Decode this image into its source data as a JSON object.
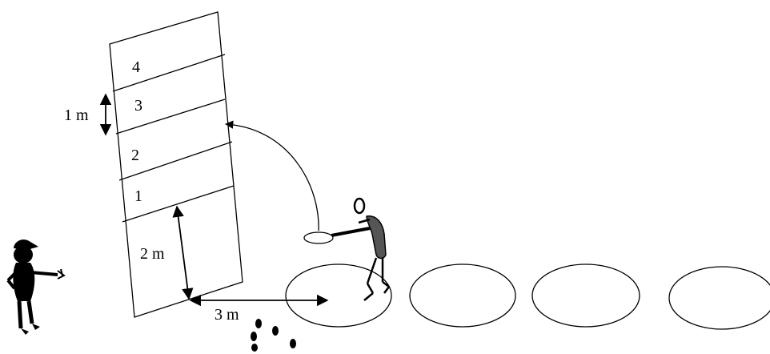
{
  "diagram": {
    "zones": [
      {
        "label": "4"
      },
      {
        "label": "3"
      },
      {
        "label": "2"
      },
      {
        "label": "1"
      }
    ],
    "measurements": {
      "zone_width": "1 m",
      "gap_to_zone_1": "2 m",
      "distance_to_circle": "3 m"
    },
    "colors": {
      "ink": "#000000",
      "figure_gray": "#555555",
      "background": "#ffffff"
    }
  }
}
